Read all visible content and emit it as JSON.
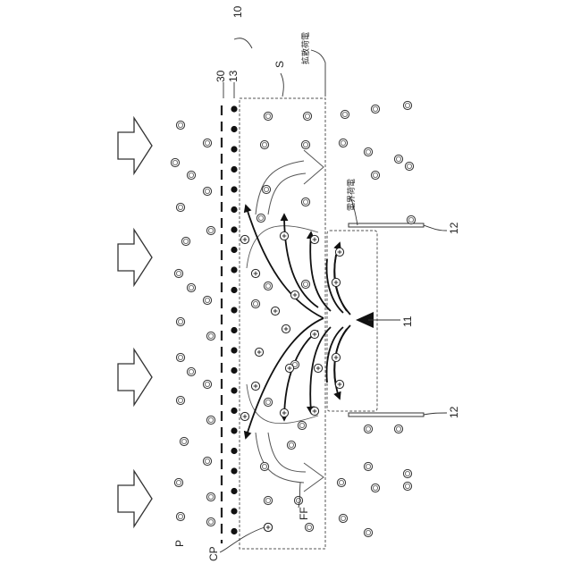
{
  "figure": {
    "ref_device": "10",
    "ref_grid": "30",
    "ref_electrode": "13",
    "ref_region": "S",
    "ref_emitter": "11",
    "ref_plate": "12",
    "ref_particle": "P",
    "ref_charged": "CP",
    "ref_flow": "FF",
    "note_diffusion": "拡散荷電",
    "note_field": "電界荷電"
  },
  "icons": [
    "airflow-arrow-icon",
    "particle-icon",
    "charged-particle-icon",
    "emitter-icon"
  ]
}
